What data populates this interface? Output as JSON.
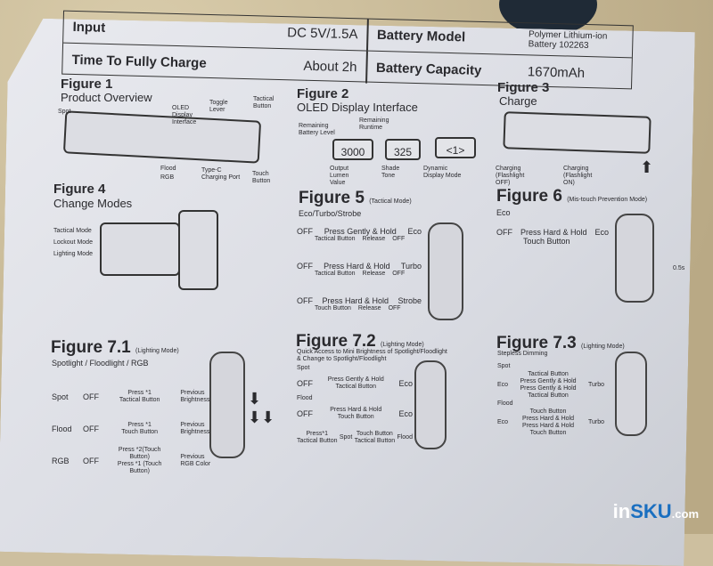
{
  "specs": {
    "input_label": "Input",
    "input_value": "DC 5V/1.5A",
    "charge_label": "Time To Fully Charge",
    "charge_value": "About 2h",
    "model_label": "Battery Model",
    "model_value": "Polymer Lithium-ion Battery 102263",
    "capacity_label": "Battery Capacity",
    "capacity_value": "1670mAh"
  },
  "fig1": {
    "title": "Figure 1",
    "subtitle": "Product Overview",
    "labels": [
      "Spot",
      "OLED Display Interface",
      "Toggle Lever",
      "Tactical Button",
      "Flood",
      "RGB",
      "Type-C Charging Port",
      "Touch Button"
    ]
  },
  "fig2": {
    "title": "Figure 2",
    "subtitle": "OLED Display Interface",
    "labels": [
      "Remaining Battery Level",
      "Remaining Runtime",
      "Output Lumen Value",
      "Shade Tone",
      "Dynamic Display Mode"
    ],
    "screens": [
      "3000",
      "325",
      "<1>"
    ]
  },
  "fig3": {
    "title": "Figure 3",
    "subtitle": "Charge",
    "labels": [
      "Charging (Flashlight OFF)",
      "Charging (Flashlight ON)"
    ]
  },
  "fig4": {
    "title": "Figure 4",
    "subtitle": "Change Modes",
    "labels": [
      "Tactical Mode",
      "Lockout Mode",
      "Lighting Mode"
    ]
  },
  "fig5": {
    "title": "Figure 5",
    "note": "(Tactical Mode)",
    "subtitle": "Eco/Turbo/Strobe",
    "rows": [
      {
        "from": "OFF",
        "action": "Press Gently & Hold",
        "button": "Tactical Button",
        "mode": "Eco",
        "release": "Release",
        "to": "OFF"
      },
      {
        "from": "OFF",
        "action": "Press Hard & Hold",
        "button": "Tactical Button",
        "mode": "Turbo",
        "release": "Release",
        "to": "OFF"
      },
      {
        "from": "OFF",
        "action": "Press Hard & Hold",
        "button": "Touch Button",
        "mode": "Strobe",
        "release": "Release",
        "to": "OFF"
      }
    ]
  },
  "fig6": {
    "title": "Figure 6",
    "note": "(Mis-touch Prevention Mode)",
    "subtitle": "Eco",
    "from": "OFF",
    "action": "Press Hard & Hold",
    "button": "Touch Button",
    "mode": "Eco",
    "time": "0.5s"
  },
  "fig71": {
    "title": "Figure 7.1",
    "note": "(Lighting Mode)",
    "subtitle": "Spotlight / Floodlight / RGB",
    "rows": [
      {
        "name": "Spot",
        "from": "OFF",
        "action": "Press *1",
        "button": "Tactical Button",
        "result": "Previous Brightness"
      },
      {
        "name": "Flood",
        "from": "OFF",
        "action": "Press *1",
        "button": "Touch Button",
        "result": "Previous Brightness"
      },
      {
        "name": "RGB",
        "from": "OFF",
        "action": "Press *2(Touch Button)",
        "button": "Press *1 (Touch Button)",
        "result": "Previous RGB Color"
      }
    ]
  },
  "fig72": {
    "title": "Figure 7.2",
    "note": "(Lighting Mode)",
    "subtitle": "Quick Access to Mini Brightness of Spotlight/Floodlight & Change to Spotlight/Floodlight",
    "rows": [
      {
        "name": "Spot",
        "from": "OFF",
        "action": "Press Gently & Hold",
        "button": "Tactical Button",
        "mode": "Eco"
      },
      {
        "name": "Flood",
        "from": "OFF",
        "action": "Press Hard & Hold",
        "button": "Touch Button",
        "mode": "Eco"
      }
    ],
    "switch": {
      "action": "Press*1",
      "button": "Tactical Button",
      "spot": "Spot",
      "top": "Touch Button",
      "bottom": "Tactical Button",
      "flood": "Flood"
    }
  },
  "fig73": {
    "title": "Figure 7.3",
    "note": "(Lighting Mode)",
    "subtitle": "Stepless Dimming",
    "rows": [
      {
        "name": "Spot",
        "from": "Eco",
        "btn_top": "Tactical Button",
        "action_top": "Press Gently & Hold",
        "action_bottom": "Press Gently & Hold",
        "btn_bottom": "Tactical Button",
        "to": "Turbo"
      },
      {
        "name": "Flood",
        "from": "Eco",
        "btn_top": "Touch Button",
        "action_top": "Press Hard & Hold",
        "action_bottom": "Press Hard & Hold",
        "btn_bottom": "Touch Button",
        "to": "Turbo"
      }
    ]
  },
  "watermark": {
    "prefix": "in",
    "brand": "SKU",
    ".com": ".com"
  }
}
